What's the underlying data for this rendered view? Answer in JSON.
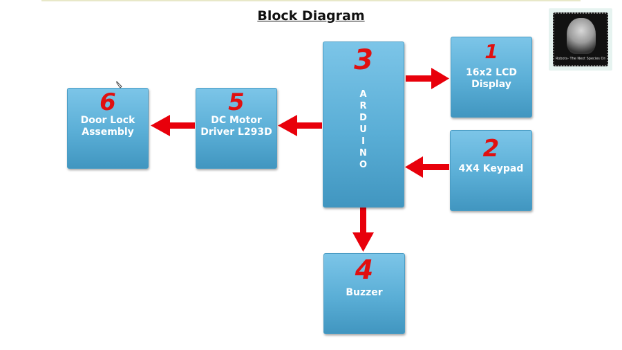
{
  "title": "Block Diagram",
  "blocks": {
    "arduino": {
      "number": "3",
      "letters": [
        "A",
        "R",
        "D",
        "U",
        "I",
        "N",
        "O"
      ]
    },
    "lcd": {
      "number": "1",
      "line1": "16x2 LCD",
      "line2": "Display"
    },
    "keypad": {
      "number": "2",
      "line1": "4X4 Keypad"
    },
    "buzzer": {
      "number": "4",
      "line1": "Buzzer"
    },
    "motor_driver": {
      "number": "5",
      "line1": "DC Motor",
      "line2": "Driver L293D"
    },
    "door_lock": {
      "number": "6",
      "line1": "Door Lock",
      "line2": "Assembly"
    }
  },
  "connections": [
    {
      "from": "arduino",
      "to": "lcd"
    },
    {
      "from": "keypad",
      "to": "arduino"
    },
    {
      "from": "arduino",
      "to": "buzzer"
    },
    {
      "from": "arduino",
      "to": "motor_driver"
    },
    {
      "from": "motor_driver",
      "to": "door_lock"
    }
  ],
  "colors": {
    "block": "#5aaed6",
    "arrow": "#e8000b",
    "number": "#e01010"
  },
  "logo": {
    "caption": "Robots- The Next Species On Earth"
  }
}
